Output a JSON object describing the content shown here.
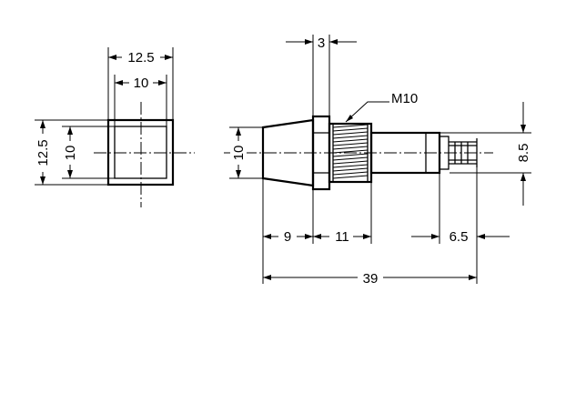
{
  "dimensions": {
    "front_outer_width": "12.5",
    "front_inner_width": "10",
    "front_outer_height": "12.5",
    "front_inner_height": "10",
    "nut_thickness": "3",
    "thread_label": "M10",
    "lens_height": "10",
    "terminal_height": "8.5",
    "lens_length": "9",
    "thread_length": "11",
    "terminal_length": "6.5",
    "overall_length": "39"
  }
}
